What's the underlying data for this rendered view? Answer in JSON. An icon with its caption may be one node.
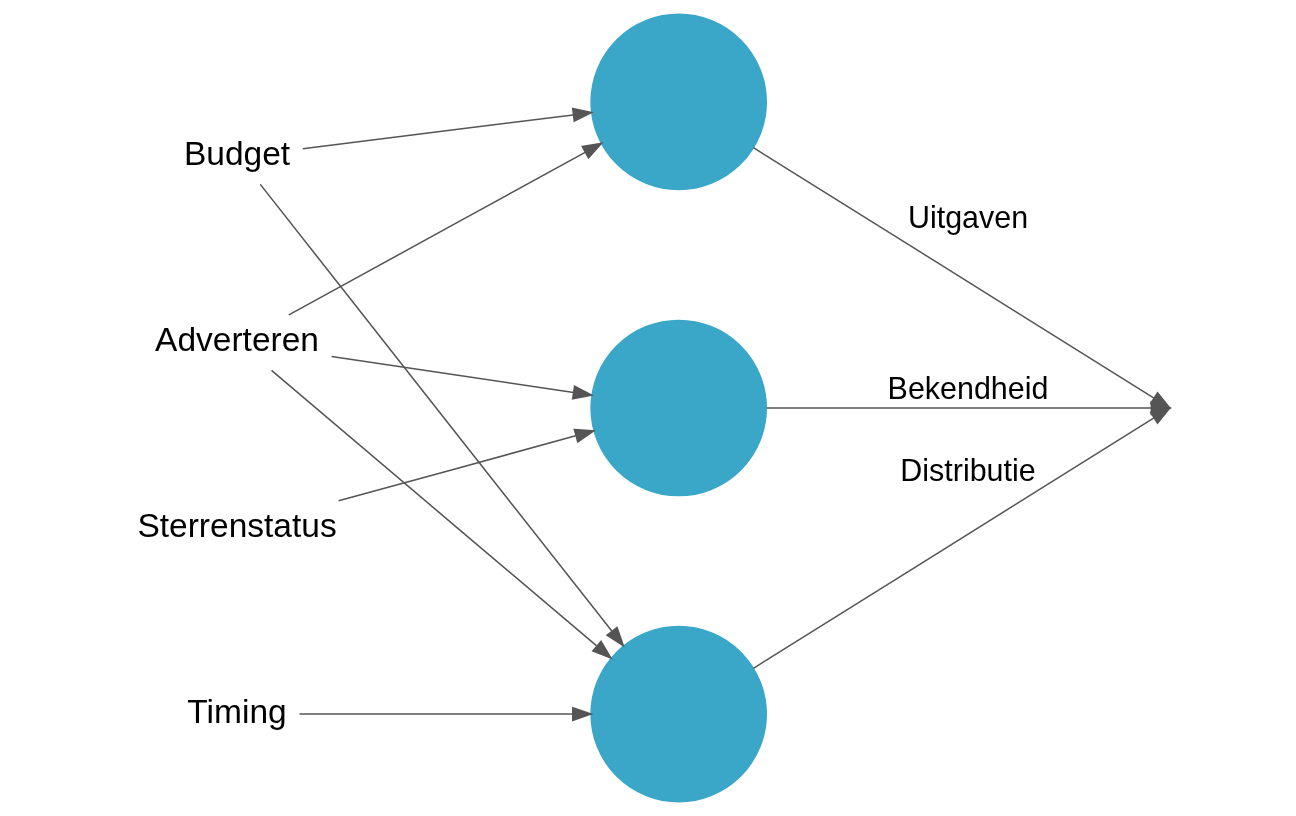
{
  "diagram": {
    "nodes": [
      {
        "text": [
          "Budget"
        ]
      },
      {
        "text": [
          "Adverteren"
        ]
      },
      {
        "text": [
          "Sterrenstatus"
        ]
      },
      {
        "text": [
          "Timing"
        ]
      },
      {
        "text": [],
        "shape": "circle"
      },
      {
        "text": [],
        "shape": "circle"
      },
      {
        "text": [],
        "shape": "circle"
      }
    ],
    "edges": [
      {
        "from": 0,
        "to": 4,
        "arrow": "to"
      },
      {
        "from": 0,
        "to": 6,
        "arrow": "to"
      },
      {
        "from": 1,
        "to": 4,
        "arrow": "to"
      },
      {
        "from": 1,
        "to": 5,
        "arrow": "to"
      },
      {
        "from": 1,
        "to": 6,
        "arrow": "to"
      },
      {
        "from": 2,
        "to": 5,
        "arrow": "to"
      },
      {
        "from": 3,
        "to": 6,
        "arrow": "to"
      },
      {
        "from": 4,
        "to": null,
        "arrow": "to",
        "label": "Uitgaven"
      },
      {
        "from": 5,
        "to": null,
        "arrow": "to",
        "label": "Bekendheid"
      },
      {
        "from": 6,
        "to": null,
        "arrow": "to",
        "label": "Distributie"
      }
    ]
  }
}
